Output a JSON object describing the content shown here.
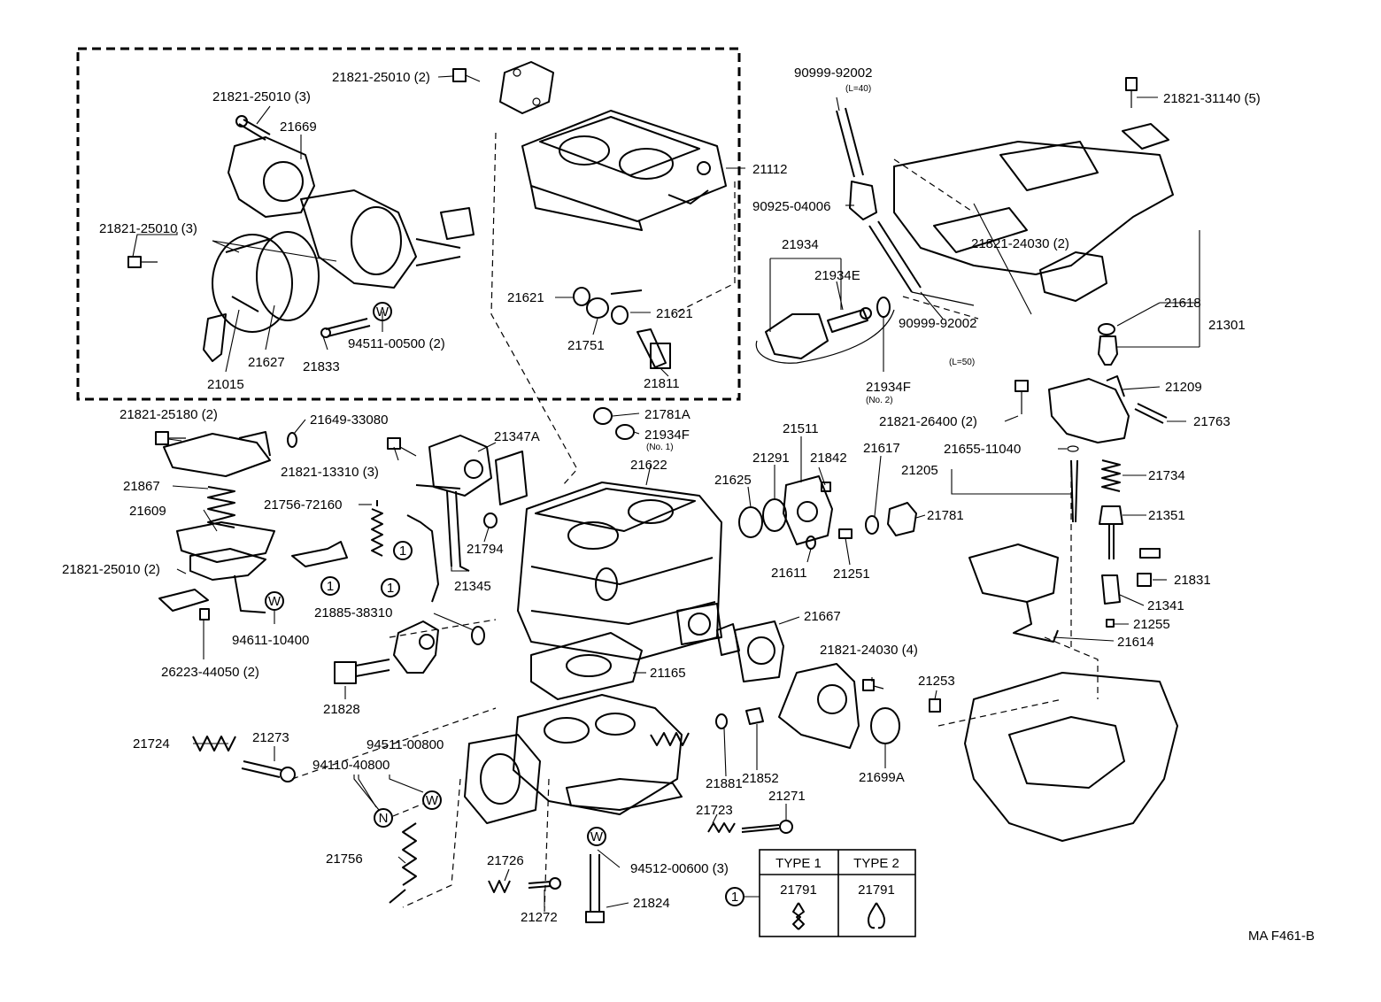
{
  "diagram_code": "MA  F461-B",
  "callouts": {
    "c01": "21821-25010 (2)",
    "c02": "21821-25010 (3)",
    "c03": "21669",
    "c04": "21821-25010 (3)",
    "c05": "94511-00500 (2)",
    "c06": "21833",
    "c07": "21627",
    "c08": "21015",
    "c09": "21112",
    "c10": "21621",
    "c11": "21621",
    "c12": "21751",
    "c13": "21811",
    "c14": "90999-92002",
    "c15": "(L=40)",
    "c16": "90925-04006",
    "c17": "21934",
    "c18": "21934E",
    "c19": "90999-92002",
    "c20": "(L=50)",
    "c21": "21934F",
    "c22": "(No. 2)",
    "c23": "21821-31140 (5)",
    "c24": "21821-24030 (2)",
    "c25": "21618",
    "c26": "21301",
    "c27": "21209",
    "c28": "21763",
    "c29": "21821-26400 (2)",
    "c30": "21655-11040",
    "c31": "21205",
    "c32": "21734",
    "c33": "21351",
    "c34": "21831",
    "c35": "21341",
    "c36": "21255",
    "c37": "21614",
    "c38": "21821-25180 (2)",
    "c39": "21649-33080",
    "c40": "21821-13310 (3)",
    "c41": "21347A",
    "c42": "21781A",
    "c43": "21934F",
    "c44": "(No. 1)",
    "c45": "21622",
    "c46": "21867",
    "c47": "21609",
    "c48": "21756-72160",
    "c49": "21794",
    "c50": "21345",
    "c51": "21821-25010 (2)",
    "c52": "94611-10400",
    "c53": "26223-44050 (2)",
    "c54": "21885-38310",
    "c55": "21828",
    "c56": "21165",
    "c57": "21511",
    "c58": "21291",
    "c59": "21842",
    "c60": "21625",
    "c61": "21611",
    "c62": "21251",
    "c63": "21617",
    "c64": "21781",
    "c65": "21667",
    "c66": "21821-24030 (4)",
    "c67": "21253",
    "c68": "21699A",
    "c69": "21852",
    "c70": "21881",
    "c71": "21271",
    "c72": "21723",
    "c73": "21724",
    "c74": "21273",
    "c75": "94511-00800",
    "c76": "94110-40800",
    "c77": "21756",
    "c78": "21726",
    "c79": "21272",
    "c80": "94512-00600 (3)",
    "c81": "21824"
  },
  "markers": {
    "ref_one": "1",
    "washer": "W",
    "nut": "N"
  },
  "type_table": {
    "ref": "1",
    "col1_header": "TYPE 1",
    "col2_header": "TYPE 2",
    "col1_part": "21791",
    "col2_part": "21791"
  }
}
